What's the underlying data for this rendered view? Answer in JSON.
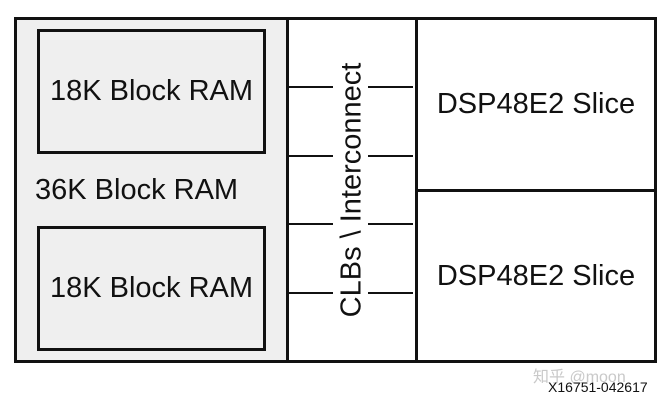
{
  "blocks": {
    "bram36_label": "36K Block RAM",
    "bram18_top_label": "18K Block RAM",
    "bram18_bottom_label": "18K Block RAM",
    "clb_label": "CLBs \\ Interconnect",
    "dsp_top_label": "DSP48E2 Slice",
    "dsp_bottom_label": "DSP48E2 Slice"
  },
  "footer": {
    "watermark": "知乎 @moon",
    "figure_id": "X16751-042617"
  }
}
